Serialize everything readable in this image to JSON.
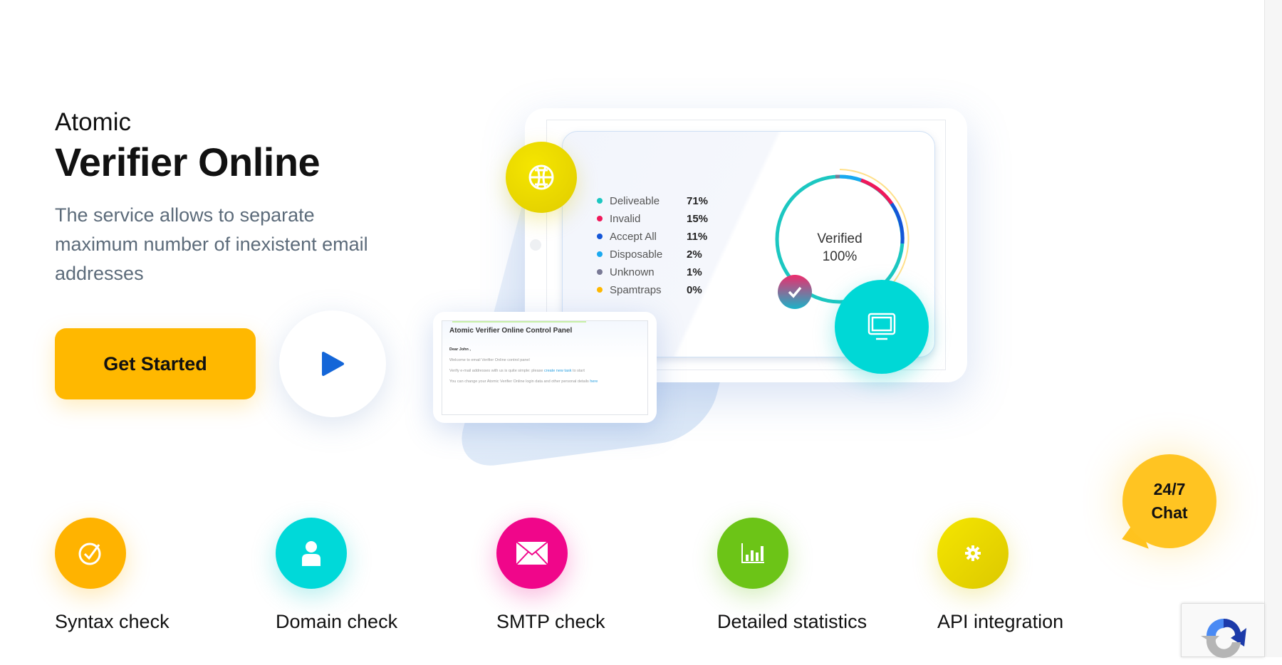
{
  "hero": {
    "pretitle": "Atomic",
    "title": "Verifier Online",
    "description": "The service allows to separate maximum number of inexistent email addresses",
    "cta_label": "Get Started"
  },
  "dashboard": {
    "legend": [
      {
        "label": "Deliveable",
        "value": "71%",
        "color": "#1cc7c1"
      },
      {
        "label": "Invalid",
        "value": "15%",
        "color": "#f0185a"
      },
      {
        "label": "Accept All",
        "value": "11%",
        "color": "#1456d8"
      },
      {
        "label": "Disposable",
        "value": "2%",
        "color": "#1aa9f0"
      },
      {
        "label": "Unknown",
        "value": "1%",
        "color": "#7a7a96"
      },
      {
        "label": "Spamtraps",
        "value": "0%",
        "color": "#ffb800"
      }
    ],
    "ring_label": "Verified",
    "ring_value": "100%"
  },
  "email_preview": {
    "title": "Atomic Verifier Online Control Panel",
    "greeting": "Dear John ,",
    "line1": "Welcome to email Verifier Online control panel",
    "line2_pre": "Verify e-mail addresses with us is quite simple: please ",
    "line2_link": "create new task",
    "line2_post": " to start",
    "line3_pre": "You can change your Atomic Verifier Online login data and other personal details ",
    "line3_link": "here"
  },
  "features": [
    {
      "label": "Syntax check",
      "icon": "check-circle-icon",
      "color": "#ffb300"
    },
    {
      "label": "Domain check",
      "icon": "user-icon",
      "color": "#00d9d9"
    },
    {
      "label": "SMTP check",
      "icon": "envelope-icon",
      "color": "#f0068a"
    },
    {
      "label": "Detailed statistics",
      "icon": "bar-chart-icon",
      "color": "#6cc417"
    },
    {
      "label": "API integration",
      "icon": "gear-icon",
      "color": "#e6d800"
    }
  ],
  "chat": {
    "line1": "24/7",
    "line2": "Chat"
  }
}
